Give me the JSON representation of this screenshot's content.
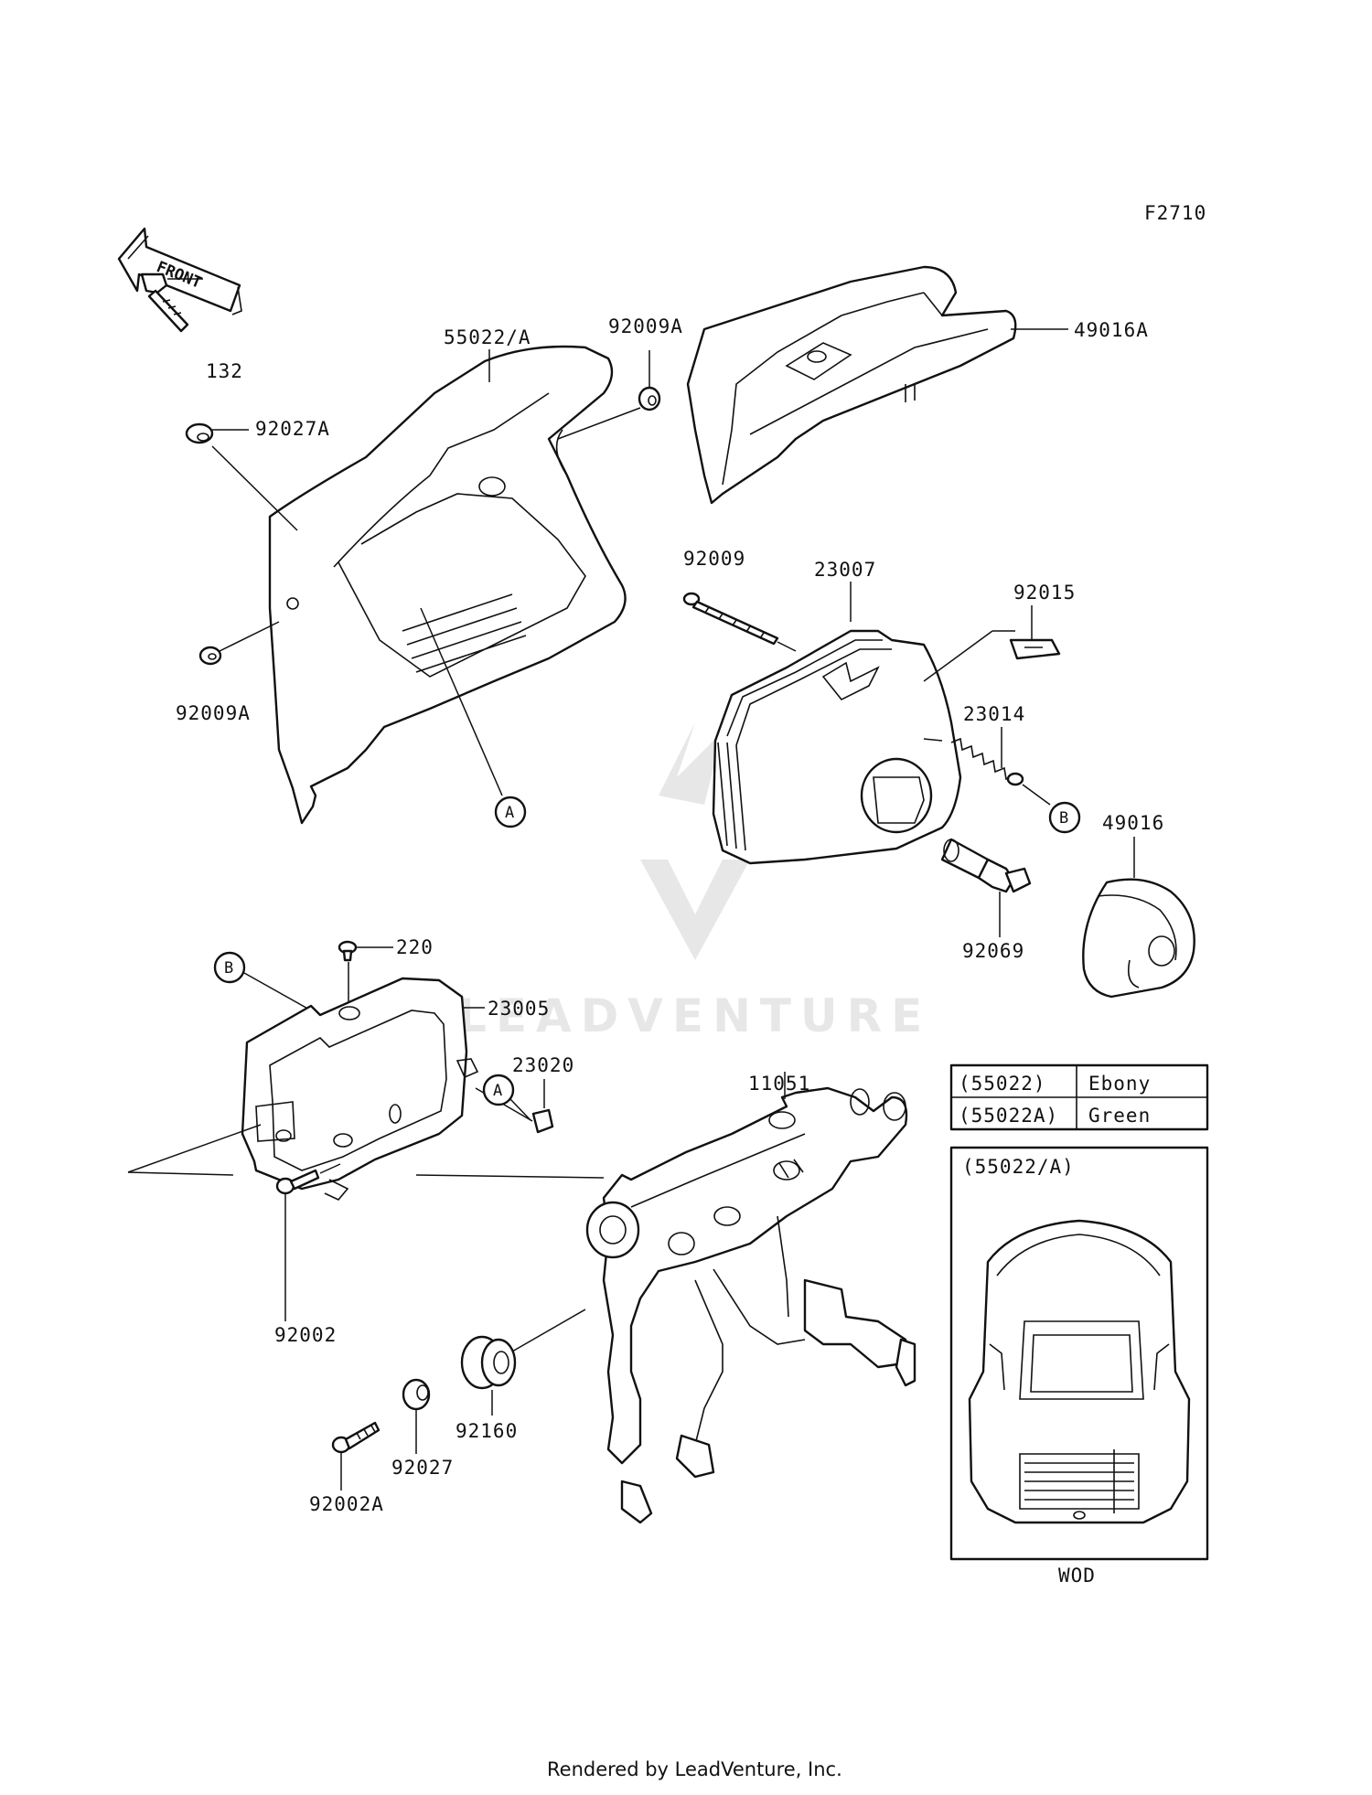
{
  "diagram_code": "F2710",
  "front_arrow_label": "FRONT",
  "watermark_text": "LEADVENTURE",
  "parts": {
    "p55022A": "55022/A",
    "p132": "132",
    "p92027A": "92027A",
    "p92009A_top": "92009A",
    "p92009A_left": "92009A",
    "p49016A": "49016A",
    "p92009": "92009",
    "p23007": "23007",
    "p92015": "92015",
    "p23014": "23014",
    "p49016": "49016",
    "p92069": "92069",
    "p220": "220",
    "p23005": "23005",
    "p23020": "23020",
    "p11051": "11051",
    "p92002": "92002",
    "p92027": "92027",
    "p92160": "92160",
    "p92002A": "92002A"
  },
  "callouts": {
    "a_upper": "A",
    "b_right": "B",
    "b_left": "B",
    "a_lower": "A"
  },
  "color_table": {
    "rows": [
      {
        "code": "(55022)",
        "color": "Ebony"
      },
      {
        "code": "(55022A)",
        "color": "Green"
      }
    ]
  },
  "inset": {
    "title": "(55022/A)",
    "caption": "WOD"
  },
  "footer": "Rendered by LeadVenture, Inc."
}
